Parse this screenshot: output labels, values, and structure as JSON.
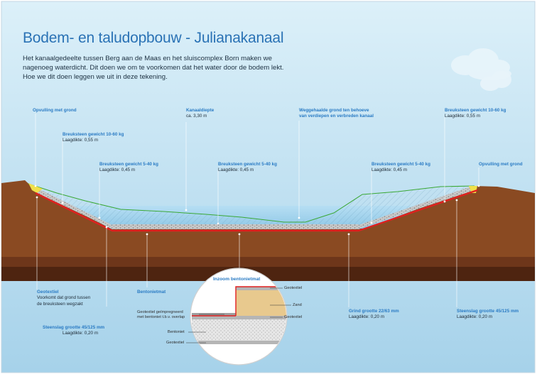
{
  "title": "Bodem- en taludopbouw - Julianakanaal",
  "intro": [
    "Het kanaalgedeelte tussen Berg aan de Maas en het sluiscomplex Born maken we",
    "nagenoeg waterdicht. Dit doen we om te voorkomen dat het water door de bodem lekt.",
    "Hoe we dit doen leggen we uit in deze tekening."
  ],
  "labels": {
    "opvulling_left": {
      "title": "Opvulling met grond"
    },
    "kanaaldiepte": {
      "title": "Kanaaldiepte",
      "sub": "ca. 3,30 m"
    },
    "weggehaalde": {
      "title1": "Weggehaalde grond ten behoeve",
      "title2": "van verdiepen en verbreden kanaal"
    },
    "breuksteen_10_60_left": {
      "title": "Breuksteen gewicht 10-60 kg",
      "sub": "Laagdikte: 0,55 m"
    },
    "breuksteen_10_60_right": {
      "title": "Breuksteen gewicht 10-60 kg",
      "sub": "Laagdikte: 0,55 m"
    },
    "breuksteen_5_40_left": {
      "title": "Breuksteen gewicht 5-40 kg",
      "sub": "Laagdikte: 0,45 m"
    },
    "breuksteen_5_40_mid": {
      "title": "Breuksteen gewicht 5-40 kg",
      "sub": "Laagdikte: 0,45 m"
    },
    "breuksteen_5_40_right": {
      "title": "Breuksteen gewicht 5-40 kg",
      "sub": "Laagdikte: 0,45 m"
    },
    "opvulling_right": {
      "title": "Opvulling met grond"
    },
    "geotextiel": {
      "title": "Geotextiel",
      "sub1": "Voorkomt dat grond tussen",
      "sub2": "de breuksteen wegzakt"
    },
    "steenslag_left": {
      "title": "Steenslag grootte 45/125 mm",
      "sub": "Laagdikte: 0,20 m"
    },
    "bentonietmat": {
      "title": "Bentonietmat"
    },
    "grind": {
      "title": "Grind grootte 22/63 mm",
      "sub": "Laagdikte: 0,20 m"
    },
    "steenslag_right": {
      "title": "Steenslag grootte 45/125 mm",
      "sub": "Laagdikte: 0,20 m"
    }
  },
  "inset": {
    "title": "Inzoom bentonietmat",
    "geotextiel_top": "Geotextiel",
    "zand": "Zand",
    "geotextiel_mid": "Geotextiel",
    "geimpregneerd1": "Geotextiel geïmpregneerd",
    "geimpregneerd2": "met bentoniet t.b.v. overlap",
    "bentoniet": "Bentoniet",
    "geotextiel_bottom": "Geotextiel"
  },
  "colors": {
    "sky_top": "#d7ecf7",
    "sky_bottom": "#a9d4ec",
    "soil": "#8b4a22",
    "soil_dark": "#5a2a12",
    "water": "#a9d7f0",
    "bentonite_line": "#e02020",
    "excavation_line": "#3aa835",
    "accent_blue": "#2a7bc4"
  }
}
